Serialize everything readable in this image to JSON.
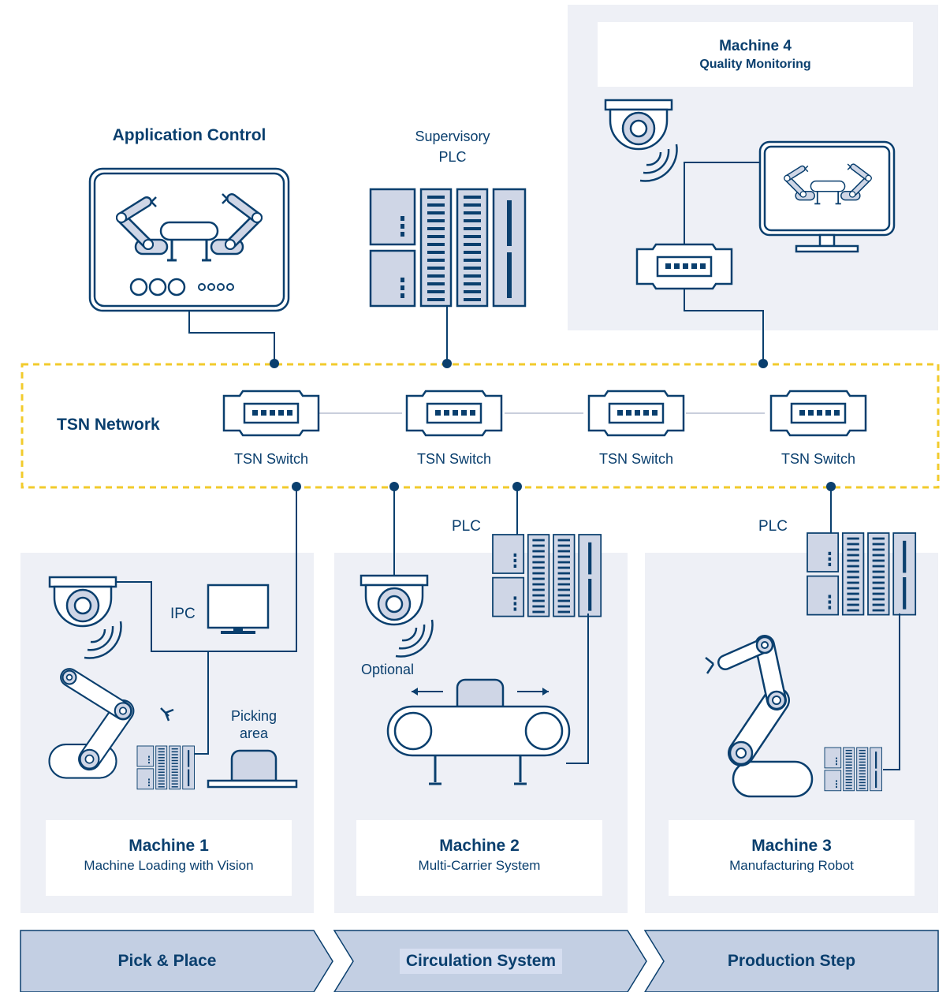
{
  "colors": {
    "navy": "#0a3f6e",
    "panel": "#eef0f6",
    "device_fill": "#cfd6e6",
    "tsn_border": "#f2cb2c",
    "stage_fill": "#c3cfe3"
  },
  "application_control": {
    "title": "Application Control"
  },
  "supervisory_plc": {
    "line1": "Supervisory",
    "line2": "PLC"
  },
  "machine4": {
    "title": "Machine 4",
    "subtitle": "Quality Monitoring"
  },
  "tsn": {
    "label": "TSN Network",
    "switches": [
      "TSN Switch",
      "TSN Switch",
      "TSN Switch",
      "TSN Switch"
    ]
  },
  "machine1": {
    "title": "Machine 1",
    "subtitle": "Machine Loading with Vision",
    "ipc_label": "IPC",
    "picking_line1": "Picking",
    "picking_line2": "area"
  },
  "machine2": {
    "title": "Machine 2",
    "subtitle": "Multi-Carrier System",
    "plc_label": "PLC",
    "optional_label": "Optional"
  },
  "machine3": {
    "title": "Machine 3",
    "subtitle": "Manufacturing Robot",
    "plc_label": "PLC"
  },
  "stages": [
    "Pick & Place",
    "Circulation System",
    "Production Step"
  ]
}
